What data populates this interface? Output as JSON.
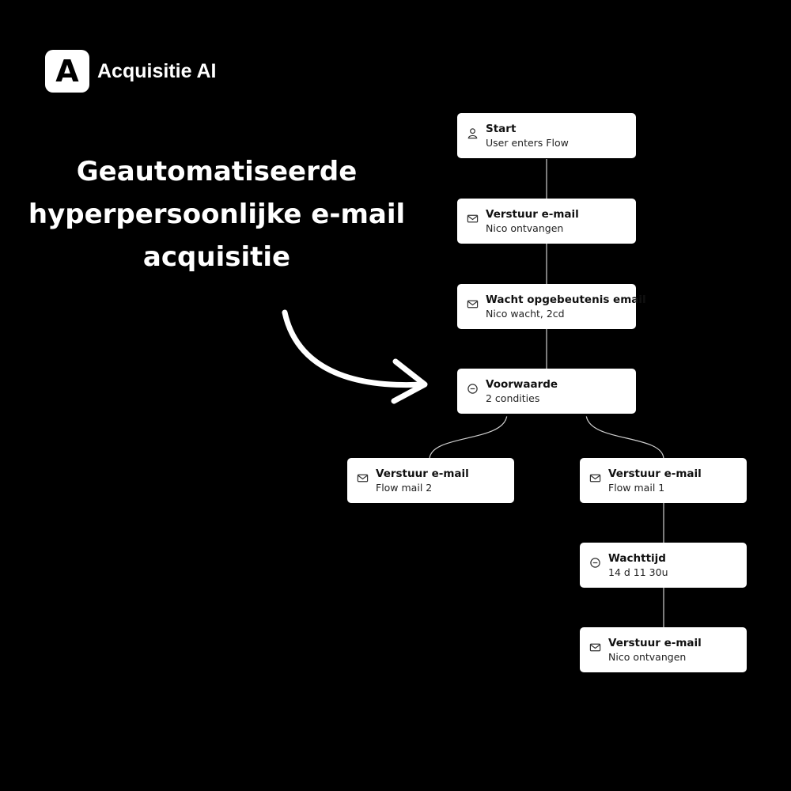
{
  "brand": {
    "logo_letter": "A",
    "name": "Acquisitie AI"
  },
  "headline": {
    "lines": [
      "Geautomatiseerde",
      "hyperpersoonlijke e-mail",
      "acquisitie"
    ]
  },
  "colors": {
    "background": "#000000",
    "node": "#ffffff",
    "text": "#111111",
    "connector": "#d0d0d0"
  },
  "nodes": [
    {
      "icon": "user-icon",
      "title": "Start",
      "subtitle": "User enters Flow"
    },
    {
      "icon": "mail-icon",
      "title": "Verstuur e-mail",
      "subtitle": "Nico ontvangen"
    },
    {
      "icon": "mail-icon",
      "title": "Wacht opgebeutenis email",
      "subtitle": "Nico wacht, 2cd"
    },
    {
      "icon": "minus-circle-icon",
      "title": "Voorwaarde",
      "subtitle": "2 condities"
    },
    {
      "icon": "mail-icon",
      "title": "Verstuur e-mail",
      "subtitle": "Flow mail 2"
    },
    {
      "icon": "mail-icon",
      "title": "Verstuur e-mail",
      "subtitle": "Flow mail 1"
    },
    {
      "icon": "minus-circle-icon",
      "title": "Wachttijd",
      "subtitle": "14 d 11 30u"
    },
    {
      "icon": "mail-icon",
      "title": "Verstuur e-mail",
      "subtitle": "Nico ontvangen"
    }
  ]
}
